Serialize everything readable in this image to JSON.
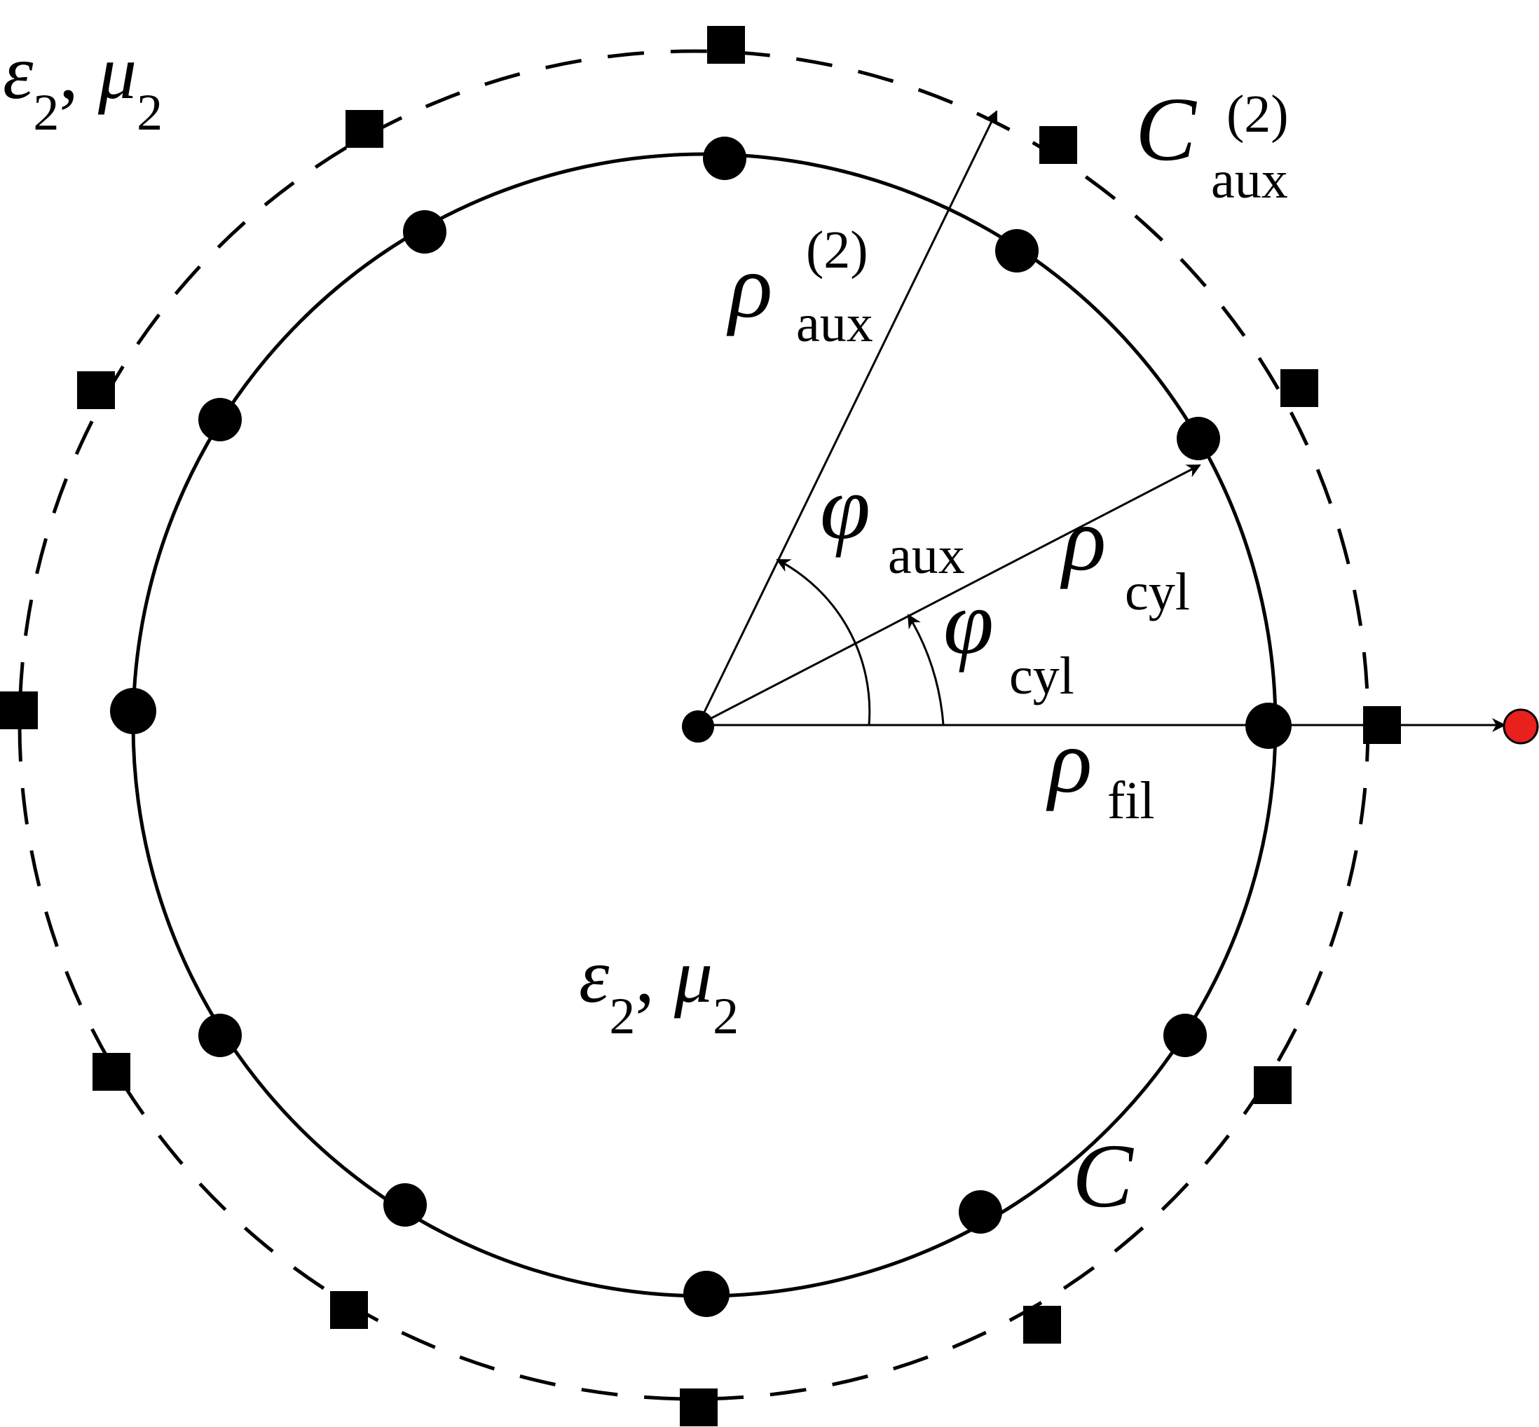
{
  "labels": {
    "outer_medium": {
      "eps": "ε",
      "eps_sub": "2",
      "comma": ",",
      "mu": "μ",
      "mu_sub": "2"
    },
    "inner_medium": {
      "eps": "ε",
      "eps_sub": "2",
      "comma": ",",
      "mu": "μ",
      "mu_sub": "2"
    },
    "aux_contour": {
      "main": "C",
      "sup": "(2)",
      "sub": "aux"
    },
    "contour": "C",
    "rho_aux": {
      "main": "ρ",
      "sup": "(2)",
      "sub": "aux"
    },
    "phi_aux": {
      "main": "φ",
      "sub": "aux"
    },
    "rho_cyl": {
      "main": "ρ",
      "sub": "cyl"
    },
    "phi_cyl": {
      "main": "φ",
      "sub": "cyl"
    },
    "rho_fil": {
      "main": "ρ",
      "sub": "fil"
    }
  },
  "points": {
    "cylinder_count": 12,
    "auxiliary_count": 12
  },
  "colors": {
    "stroke": "#000000",
    "filament": "#e8201e",
    "background": "#ffffff"
  }
}
